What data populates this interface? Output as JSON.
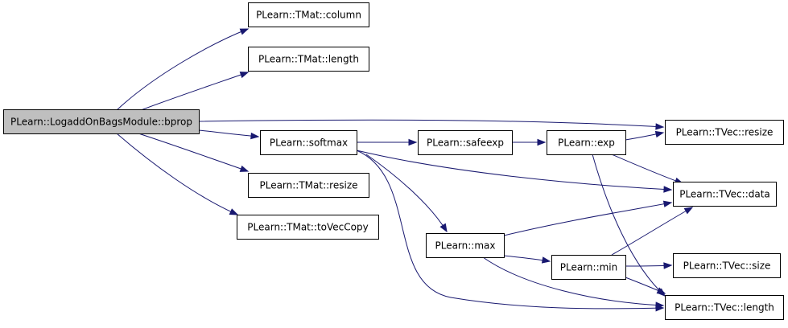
{
  "graph": {
    "colors": {
      "edge": "#191970",
      "node_fill": "#ffffff",
      "root_fill": "#bfbfbf",
      "border": "#000000"
    },
    "nodes": [
      {
        "id": "bprop",
        "label": "PLearn::LogaddOnBagsModule::bprop",
        "root": true
      },
      {
        "id": "column",
        "label": "PLearn::TMat::column"
      },
      {
        "id": "tmat_length",
        "label": "PLearn::TMat::length"
      },
      {
        "id": "softmax",
        "label": "PLearn::softmax"
      },
      {
        "id": "tmat_resize",
        "label": "PLearn::TMat::resize"
      },
      {
        "id": "toveccopy",
        "label": "PLearn::TMat::toVecCopy"
      },
      {
        "id": "safeexp",
        "label": "PLearn::safeexp"
      },
      {
        "id": "exp",
        "label": "PLearn::exp"
      },
      {
        "id": "max",
        "label": "PLearn::max"
      },
      {
        "id": "min",
        "label": "PLearn::min"
      },
      {
        "id": "tvec_resize",
        "label": "PLearn::TVec::resize"
      },
      {
        "id": "tvec_data",
        "label": "PLearn::TVec::data"
      },
      {
        "id": "tvec_size",
        "label": "PLearn::TVec::size"
      },
      {
        "id": "tvec_length",
        "label": "PLearn::TVec::length"
      }
    ],
    "edges": [
      {
        "from": "bprop",
        "to": "column"
      },
      {
        "from": "bprop",
        "to": "tmat_length"
      },
      {
        "from": "bprop",
        "to": "tvec_resize"
      },
      {
        "from": "bprop",
        "to": "softmax"
      },
      {
        "from": "bprop",
        "to": "tmat_resize"
      },
      {
        "from": "bprop",
        "to": "toveccopy"
      },
      {
        "from": "softmax",
        "to": "safeexp"
      },
      {
        "from": "softmax",
        "to": "tvec_data"
      },
      {
        "from": "softmax",
        "to": "max"
      },
      {
        "from": "softmax",
        "to": "tvec_length"
      },
      {
        "from": "safeexp",
        "to": "exp"
      },
      {
        "from": "exp",
        "to": "tvec_resize"
      },
      {
        "from": "exp",
        "to": "tvec_data"
      },
      {
        "from": "exp",
        "to": "tvec_length"
      },
      {
        "from": "max",
        "to": "tvec_data"
      },
      {
        "from": "max",
        "to": "min"
      },
      {
        "from": "max",
        "to": "tvec_length"
      },
      {
        "from": "min",
        "to": "tvec_data"
      },
      {
        "from": "min",
        "to": "tvec_size"
      },
      {
        "from": "min",
        "to": "tvec_length"
      }
    ]
  }
}
